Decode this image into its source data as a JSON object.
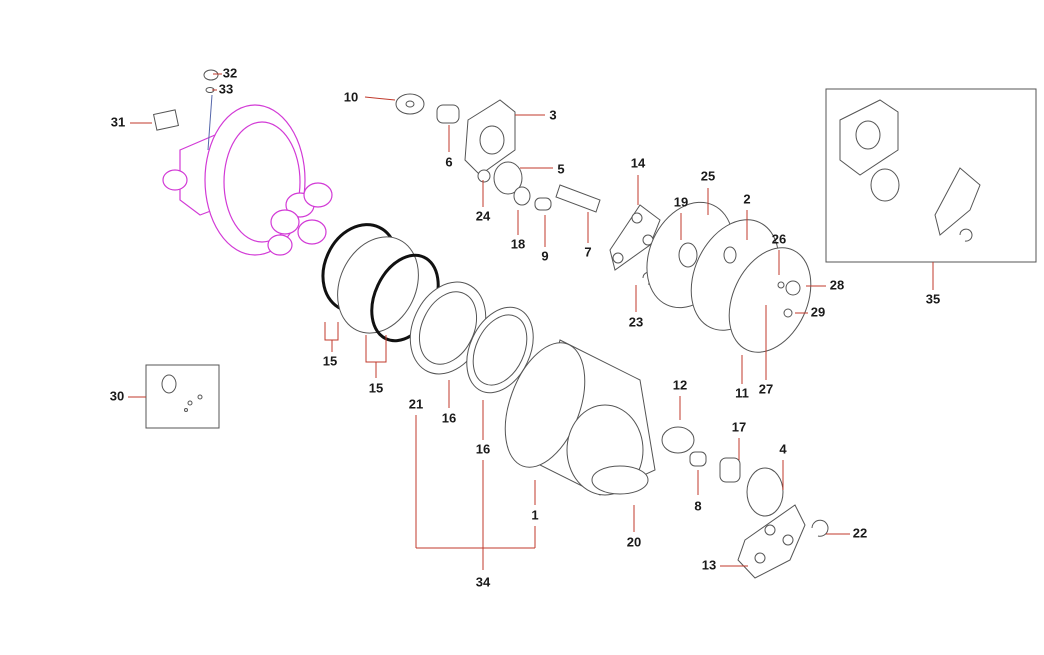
{
  "diagram": {
    "title": "Travel motor exploded parts view",
    "colors": {
      "leader": "#c0392b",
      "motor_highlight": "#d23ad6",
      "part_outline": "#555555"
    },
    "callouts": {
      "c1": "1",
      "c2": "2",
      "c3": "3",
      "c4": "4",
      "c5": "5",
      "c6": "6",
      "c7": "7",
      "c8": "8",
      "c9": "9",
      "c10": "10",
      "c11": "11",
      "c12": "12",
      "c13": "13",
      "c14": "14",
      "c15a": "15",
      "c15b": "15",
      "c16a": "16",
      "c16b": "16",
      "c17": "17",
      "c18": "18",
      "c19": "19",
      "c20": "20",
      "c21": "21",
      "c22": "22",
      "c23": "23",
      "c24": "24",
      "c25": "25",
      "c26": "26",
      "c27": "27",
      "c28": "28",
      "c29": "29",
      "c30": "30",
      "c31": "31",
      "c32": "32",
      "c33": "33",
      "c34": "34",
      "c35": "35"
    }
  }
}
